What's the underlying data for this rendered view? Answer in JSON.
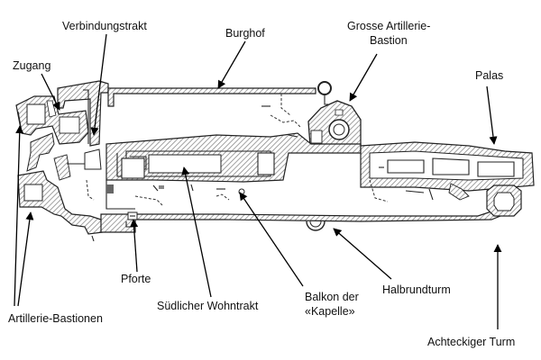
{
  "labels": {
    "zugang": "Zugang",
    "verbindungstrakt": "Verbindungstrakt",
    "burghof": "Burghof",
    "grosse_line1": "Grosse Artillerie-",
    "grosse_line2": "Bastion",
    "palas": "Palas",
    "pforte": "Pforte",
    "suedlicher_wohntrakt": "Südlicher Wohntrakt",
    "balkon_line1": "Balkon der",
    "balkon_line2": "«Kapelle»",
    "halbrundturm": "Halbrundturm",
    "artillerie_bastionen": "Artillerie-Bastionen",
    "achteckiger_turm": "Achteckiger Turm"
  },
  "colors": {
    "wall_hatch": "#8a8a8a",
    "ink": "#111111"
  }
}
